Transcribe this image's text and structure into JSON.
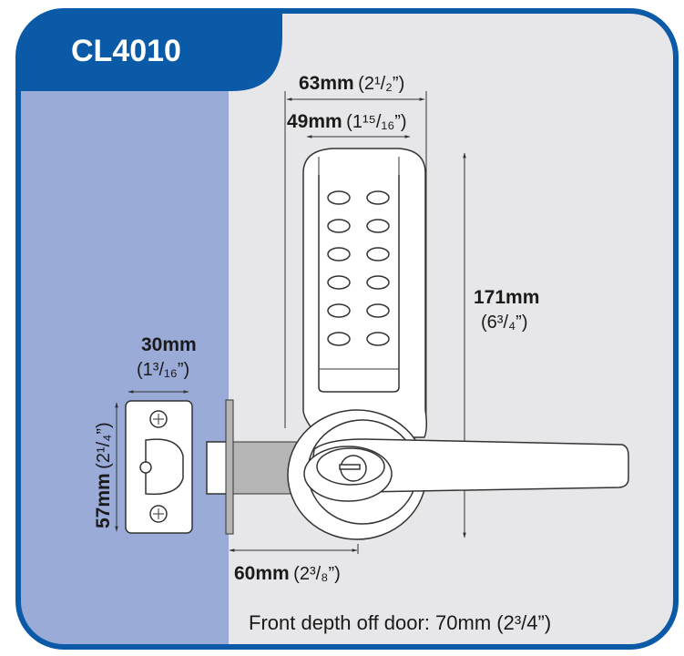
{
  "title": "CL4010",
  "colors": {
    "frame": "#0b5aa8",
    "door_panel": "#9aabd8",
    "background": "#e7e7e9",
    "latch_bar": "#b5b5b5"
  },
  "dimensions": {
    "overall_width": {
      "metric": "63mm",
      "imperial": "(2¹/₂”)"
    },
    "keypad_width": {
      "metric": "49mm",
      "imperial": "(1¹⁵/₁₆”)"
    },
    "height": {
      "metric": "171mm",
      "imperial": "(6³/₄”)"
    },
    "strike_width": {
      "metric": "30mm",
      "imperial": "(1³/₁₆”)"
    },
    "strike_height": {
      "metric": "57mm",
      "imperial": "(2¹/₄”)"
    },
    "backset": {
      "metric": "60mm",
      "imperial": "(2³/₈”)"
    },
    "front_depth": "Front depth off door: 70mm  (2³/4”)"
  }
}
